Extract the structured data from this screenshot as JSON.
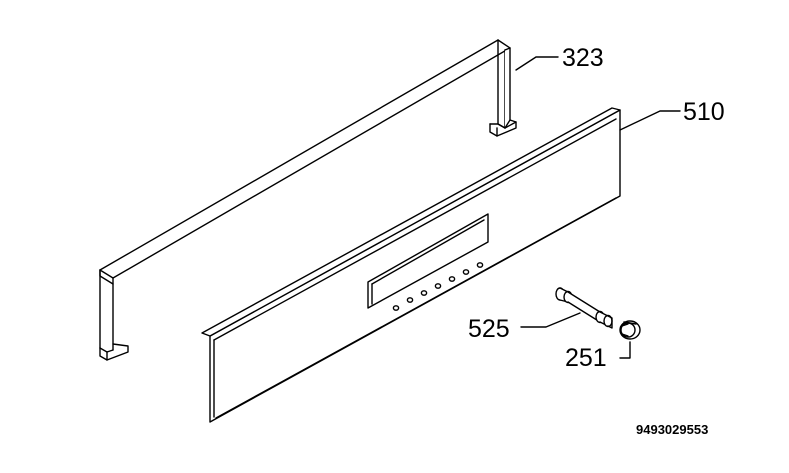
{
  "diagram": {
    "parts": [
      {
        "id": "323",
        "callout": "323",
        "name": "trim-frame"
      },
      {
        "id": "510",
        "callout": "510",
        "name": "control-panel"
      },
      {
        "id": "525",
        "callout": "525",
        "name": "spindle"
      },
      {
        "id": "251",
        "callout": "251",
        "name": "knob"
      }
    ],
    "document_number": "9493029553"
  },
  "colors": {
    "line": "#000000",
    "background": "#ffffff"
  }
}
